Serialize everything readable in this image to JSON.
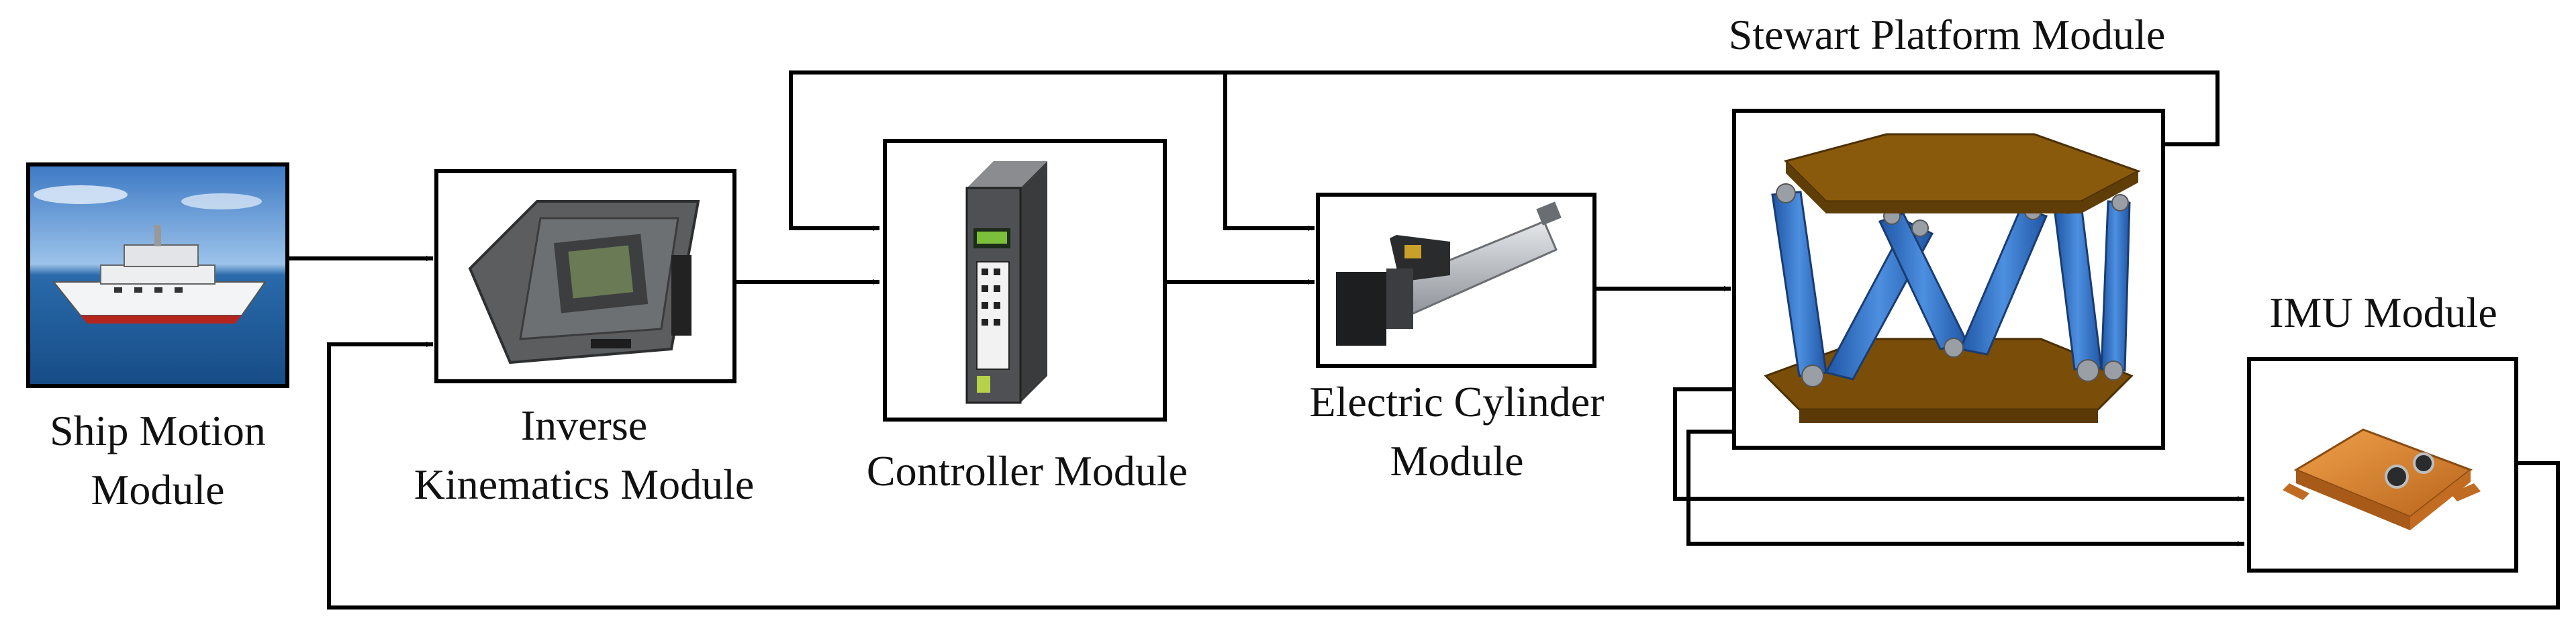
{
  "modules": {
    "ship_motion": {
      "line1": "Ship Motion",
      "line2": "Module"
    },
    "inverse_kinematics": {
      "line1": "Inverse",
      "line2": "Kinematics Module"
    },
    "controller": {
      "label": "Controller Module"
    },
    "electric_cylinder": {
      "line1": "Electric Cylinder",
      "line2": "Module"
    },
    "stewart_platform": {
      "label": "Stewart Platform Module"
    },
    "imu": {
      "label": "IMU Module"
    }
  },
  "colors": {
    "line": "#000000",
    "sky": "#4a86c8",
    "sea": "#1f5a96",
    "device_gray": "#5b5d5f",
    "cylinder_blue": "#3a78c9",
    "platform_brown": "#8a5a0c",
    "imu_orange": "#d9822b"
  },
  "icons": [
    "ship-photo-icon",
    "daq-device-icon",
    "servo-drive-icon",
    "linear-actuator-icon",
    "stewart-platform-icon",
    "imu-sensor-icon"
  ]
}
